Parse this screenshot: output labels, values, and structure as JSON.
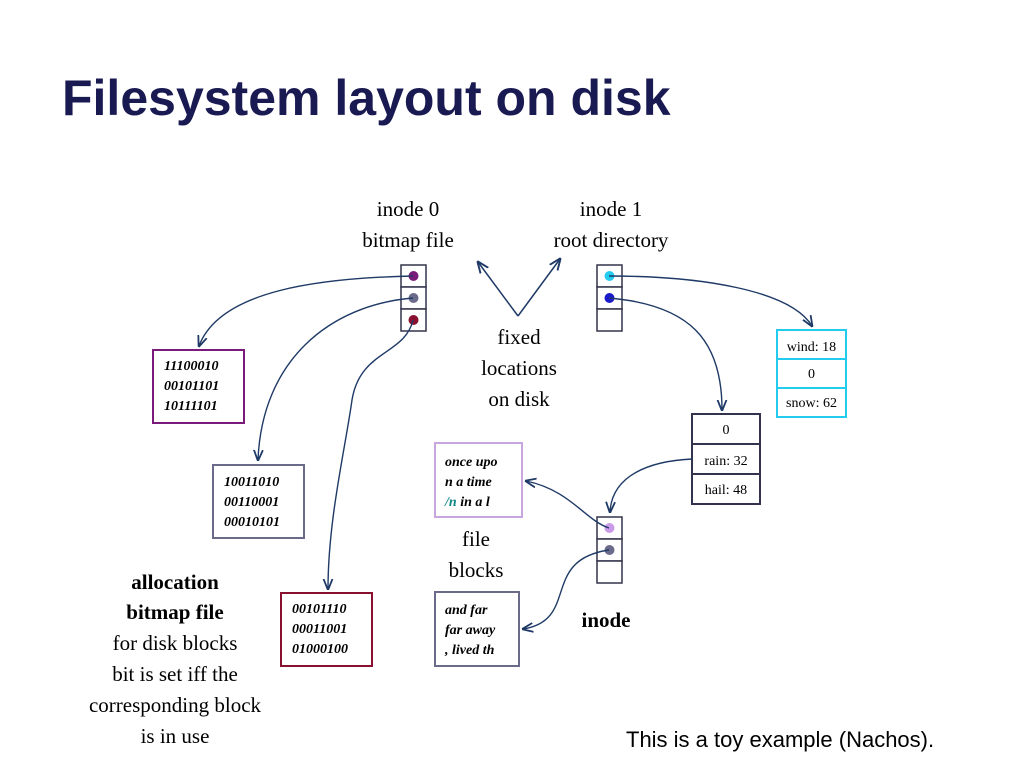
{
  "title": "Filesystem layout on disk",
  "inode0_label": [
    "inode 0",
    "bitmap file"
  ],
  "inode1_label": [
    "inode 1",
    "root directory"
  ],
  "fixed_label": [
    "fixed",
    "locations",
    "on disk"
  ],
  "bitmap_blocks": [
    [
      "11100010",
      "00101101",
      "10111101"
    ],
    [
      "10011010",
      "00110001",
      "00010101"
    ],
    [
      "00101110",
      "00011001",
      "01000100"
    ]
  ],
  "allocation_label": {
    "bold": [
      "allocation",
      "bitmap file"
    ],
    "normal": [
      "for disk blocks",
      "bit is set iff the",
      "corresponding block",
      "is in use"
    ]
  },
  "dir_block_1": [
    "wind: 18",
    "0",
    "snow: 62"
  ],
  "dir_block_2": [
    "0",
    "rain: 32",
    "hail: 48"
  ],
  "file_block_1": {
    "line1": "once upo",
    "line2": "n a time",
    "line3_prefix": "/n",
    "line3_rest": " in a l"
  },
  "file_block_2": [
    "and far",
    "far away",
    ", lived th"
  ],
  "file_blocks_label": [
    "file",
    "blocks"
  ],
  "inode_label": "inode",
  "footer": "This is a toy example (Nachos).",
  "colors": {
    "title": "#1a1a52",
    "arrow": "#1f3a66",
    "bitmap1": "#7a1a7a",
    "bitmap2": "#6a6a8a",
    "bitmap3": "#8a1030",
    "cyan": "#22ccee",
    "blue": "#1a1acc",
    "lavender": "#c99ae8",
    "slate": "#6a6a8a",
    "dir_border": "#33334d",
    "file_border": "#c9a6dd"
  }
}
